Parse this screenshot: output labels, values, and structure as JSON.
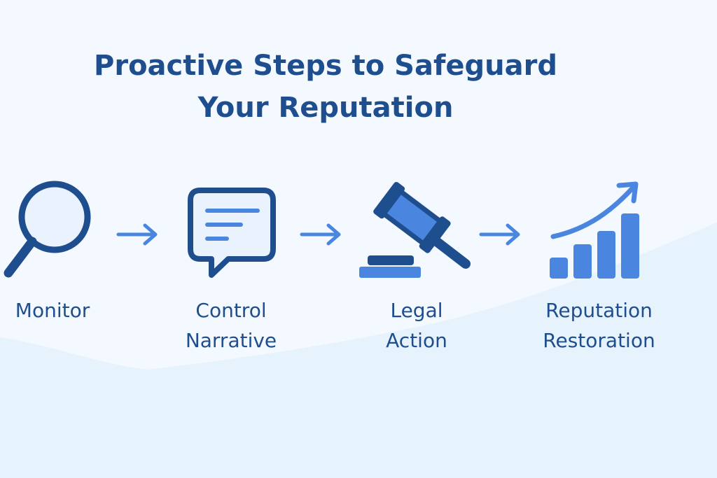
{
  "title": {
    "line1": "Proactive Steps to Safeguard",
    "line2": "Your Reputation"
  },
  "steps": [
    {
      "lines": [
        "Monitor"
      ],
      "icon": "magnifying-glass-icon"
    },
    {
      "lines": [
        "Control",
        "Narrative"
      ],
      "icon": "speech-bubble-icon"
    },
    {
      "lines": [
        "Legal",
        "Action"
      ],
      "icon": "gavel-icon"
    },
    {
      "lines": [
        "Reputation",
        "Restoration"
      ],
      "icon": "growth-chart-icon"
    }
  ],
  "colors": {
    "dark_blue": "#1f4e8f",
    "accent_blue": "#4a86e0",
    "background": "#f3f9fe",
    "wave": "#e6f2fc"
  }
}
